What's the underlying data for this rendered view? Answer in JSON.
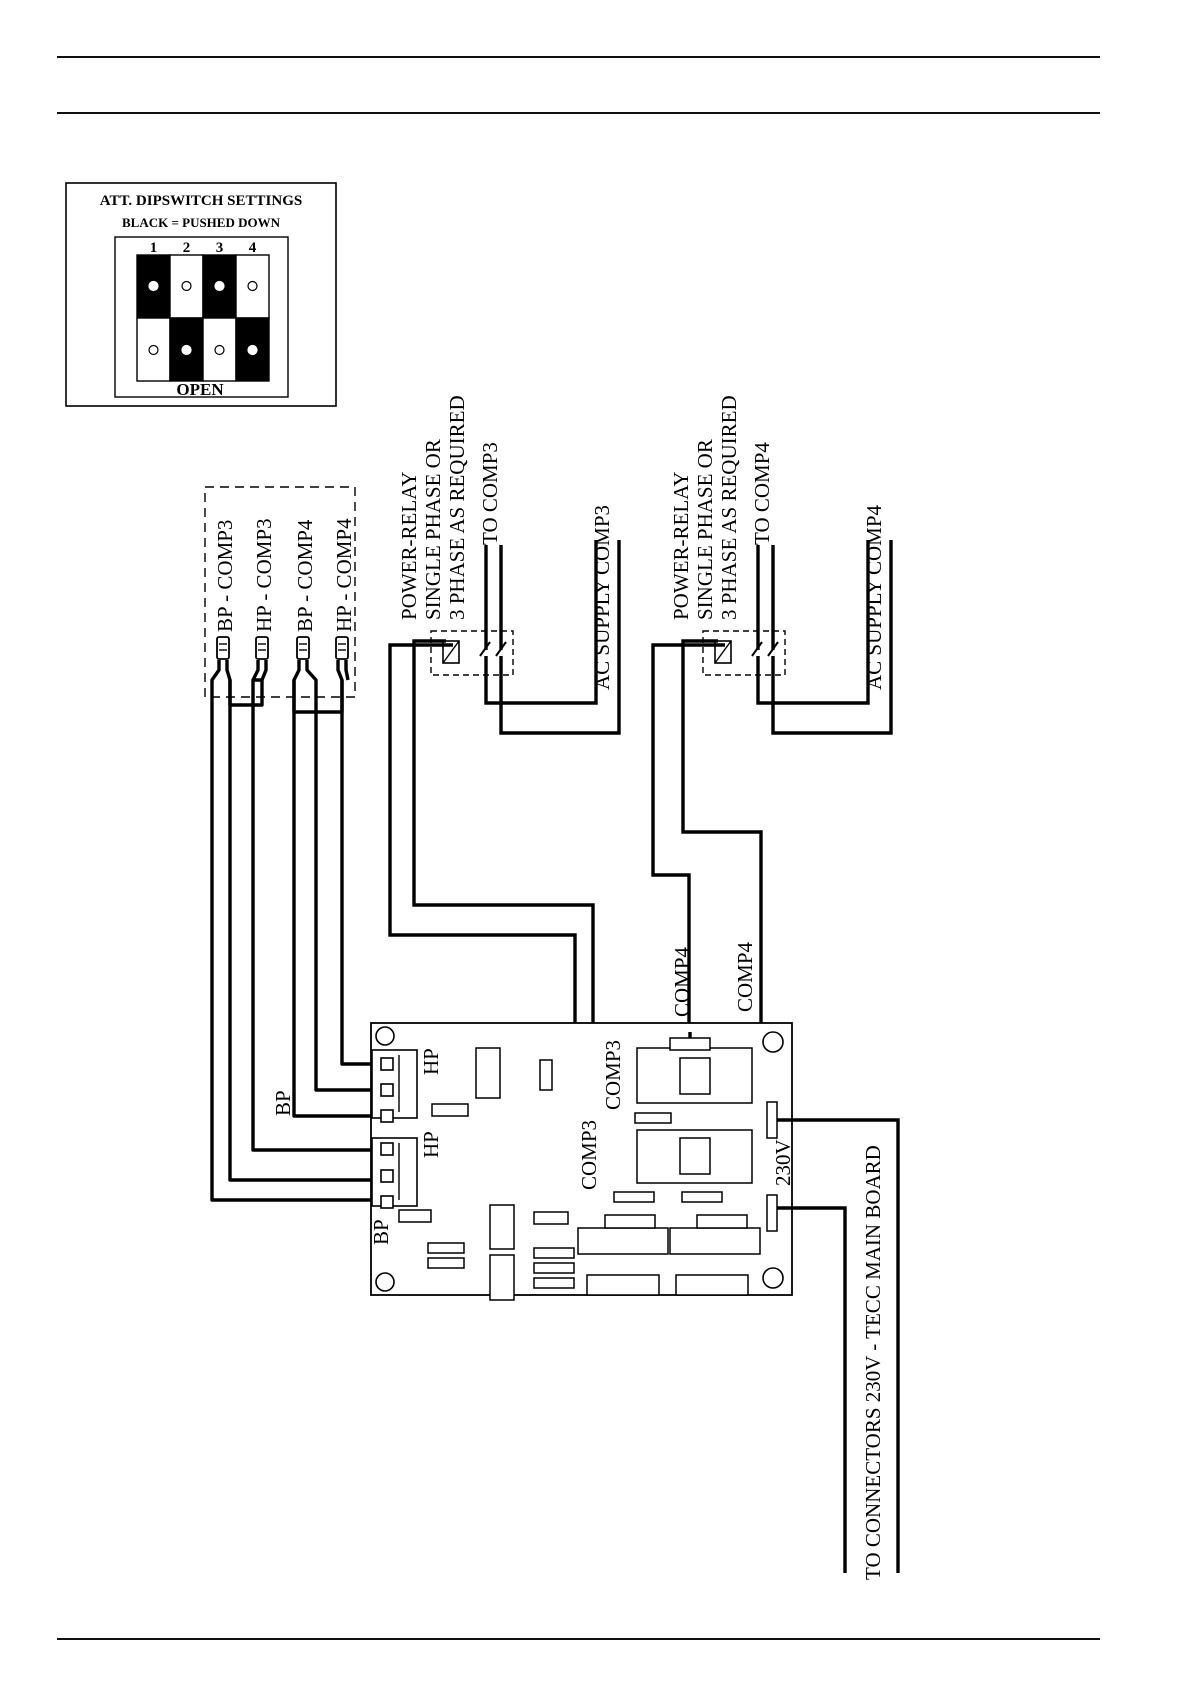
{
  "dipswitch": {
    "title": "ATT.  DIPSWITCH SETTINGS",
    "subtitle": "BLACK = PUSHED DOWN",
    "open_label": "OPEN",
    "numbers": [
      "1",
      "2",
      "3",
      "4"
    ],
    "pushed_down": [
      "top",
      "bottom",
      "top",
      "bottom"
    ]
  },
  "sensors": {
    "bp_comp3": "BP - COMP3",
    "hp_comp3": "HP - COMP3",
    "bp_comp4": "BP - COMP4",
    "hp_comp4": "HP - COMP4"
  },
  "relay3": {
    "line1": "POWER-RELAY",
    "line2": "SINGLE PHASE OR",
    "line3": "3 PHASE AS REQUIRED",
    "to": "TO COMP3",
    "supply": "AC SUPPLY COMP3"
  },
  "relay4": {
    "line1": "POWER-RELAY",
    "line2": "SINGLE PHASE OR",
    "line3": "3 PHASE AS REQUIRED",
    "to": "TO COMP4",
    "supply": "AC SUPPLY COMP4"
  },
  "board": {
    "hp_upper": "HP",
    "bp_upper": "BP",
    "hp_lower": "HP",
    "bp_lower": "BP",
    "comp3_a": "COMP3",
    "comp3_b": "COMP3",
    "comp4_a": "COMP4",
    "comp4_b": "COMP4",
    "v230": "230V"
  },
  "main_board": "TO CONNECTORS 230V - TECC MAIN BOARD"
}
